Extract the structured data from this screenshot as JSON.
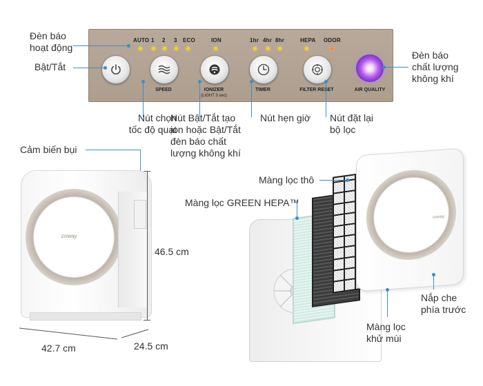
{
  "panel": {
    "indicators": [
      "AUTO",
      "1",
      "2",
      "3",
      "ECO",
      "ION",
      "1hr",
      "4hr",
      "8hr",
      "HEPA",
      "ODOR"
    ],
    "buttons": {
      "speed": "SPEED",
      "ionizer": "IONIZER",
      "ionizer_sub": "(LIGHT 3 sec)",
      "timer": "TIMER",
      "filter_reset": "FILTER RESET",
      "air_quality": "AIR QUALITY"
    }
  },
  "callouts": {
    "status_lights": [
      "Đèn báo",
      "hoạt động"
    ],
    "power": "Bật/Tắt",
    "air_quality_light": [
      "Đèn báo",
      "chất lượng",
      "không khí"
    ],
    "speed_button": [
      "Nút chọn",
      "tốc độ quạt"
    ],
    "ion_button": [
      "Nút Bật/Tắt tạo",
      "ion hoặc Bật/Tắt",
      "đèn báo chất",
      "lượng không khí"
    ],
    "timer_button": "Nút hẹn giờ",
    "filter_reset_button": [
      "Nút đặt lại",
      "bộ lọc"
    ],
    "dust_sensor": "Cảm biến bụi",
    "pre_filter": "Màng lọc thô",
    "hepa_filter": "Màng lọc GREEN HEPA™",
    "front_cover": [
      "Nắp che",
      "phía trước"
    ],
    "deodor_filter": [
      "Màng lọc",
      "khử mùi"
    ]
  },
  "dimensions": {
    "height": "46.5 cm",
    "width": "42.7 cm",
    "depth": "24.5 cm"
  },
  "brand": "coway",
  "colors": {
    "leader": "#3a8ec9",
    "panel": "#b3a494",
    "led": "#f5d11a"
  }
}
